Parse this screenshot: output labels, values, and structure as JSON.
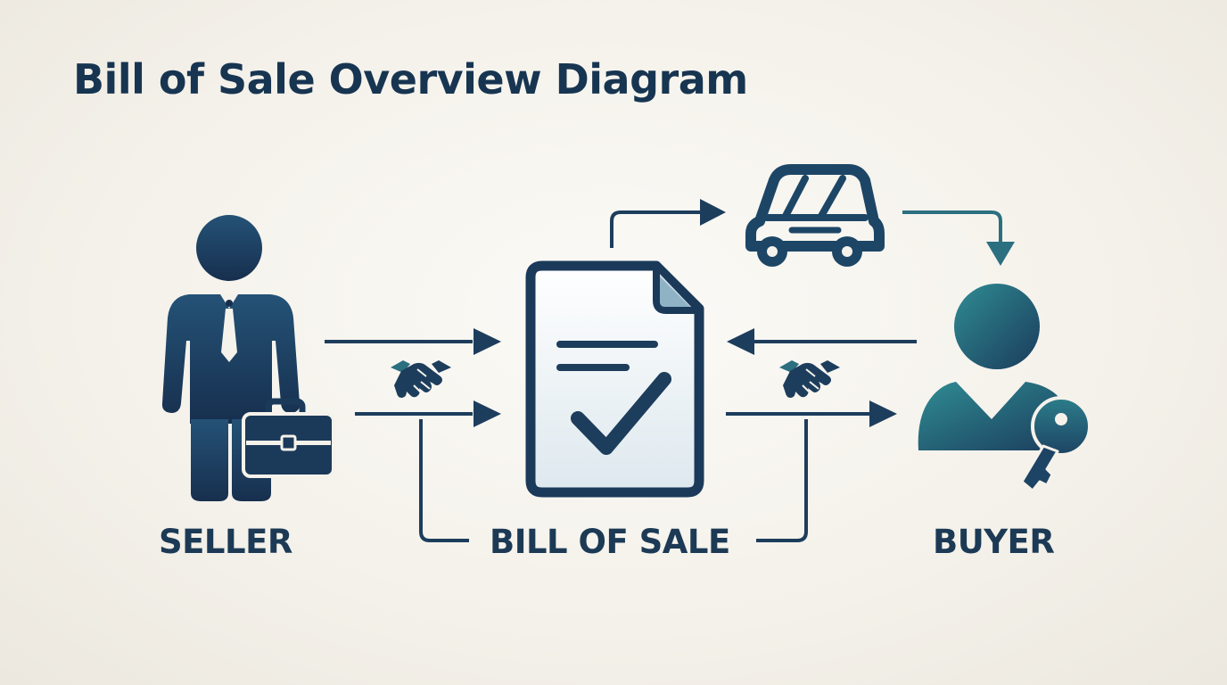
{
  "title": "Bill of Sale Overview Diagram",
  "labels": {
    "seller": "SELLER",
    "bill_of_sale": "BILL OF SALE",
    "buyer": "BUYER"
  },
  "colors": {
    "navy": "#1b3a5a",
    "teal": "#2b7f8c",
    "document_fill": "#e6eef3",
    "background": "#f5f2eb"
  },
  "icons": [
    "seller-person-icon",
    "briefcase-icon",
    "document-icon",
    "checkmark-icon",
    "car-icon",
    "buyer-person-icon",
    "key-icon",
    "handshake-icon"
  ]
}
